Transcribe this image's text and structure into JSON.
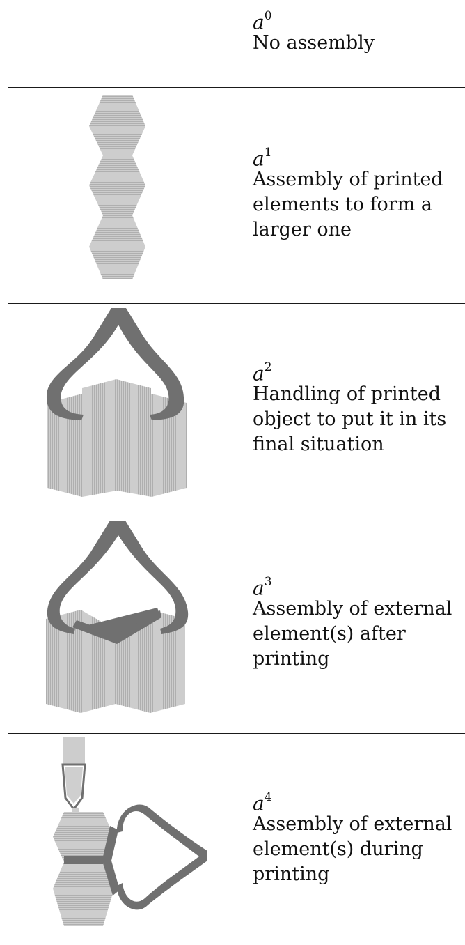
{
  "figure": {
    "rows": [
      {
        "symbol_base": "a",
        "symbol_exp": "0",
        "description": "No assembly"
      },
      {
        "symbol_base": "a",
        "symbol_exp": "1",
        "description": "Assembly of printed\nelements to form a\nlarger one"
      },
      {
        "symbol_base": "a",
        "symbol_exp": "2",
        "description": "Handling of printed\nobject to put it in its\nfinal situation"
      },
      {
        "symbol_base": "a",
        "symbol_exp": "3",
        "description": "Assembly of external\nelement(s) after\nprinting"
      },
      {
        "symbol_base": "a",
        "symbol_exp": "4",
        "description": "Assembly of external\nelement(s) during\nprinting"
      }
    ],
    "colors": {
      "hatch": "#c8c8c8",
      "hatch_line": "#9a9a9a",
      "gripper": "#6f6f6f",
      "rule": "#1a1a1a"
    }
  }
}
